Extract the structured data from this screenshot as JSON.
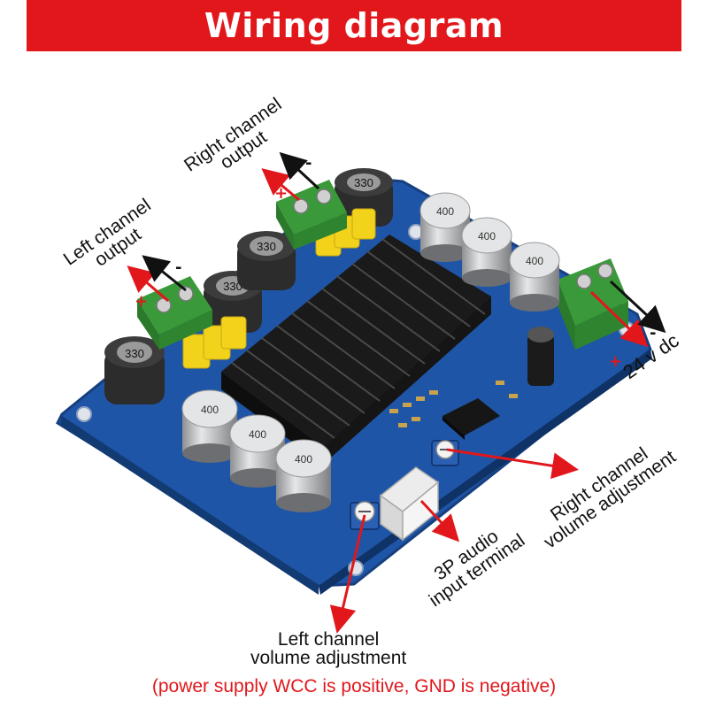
{
  "header": {
    "title": "Wiring diagram"
  },
  "labels": {
    "right_output": [
      "Right channel",
      "output"
    ],
    "left_output": [
      "Left channel",
      "output"
    ],
    "power_input": "24 v dc",
    "right_volume": [
      "Right channel",
      "volume adjustment"
    ],
    "audio_input": [
      "3P audio",
      "input terminal"
    ],
    "left_volume": [
      "Left channel",
      "volume adjustment"
    ]
  },
  "polarity": {
    "plus": "+",
    "minus": "-"
  },
  "components": {
    "inductor_marking": "330",
    "capacitor_marking": "400"
  },
  "footnote": "(power supply WCC is positive, GND is negative)",
  "colors": {
    "banner": "#e1171b",
    "pcb": "#1d4f9a",
    "terminal": "#3a9a3a",
    "arrow": "#e1171b"
  }
}
